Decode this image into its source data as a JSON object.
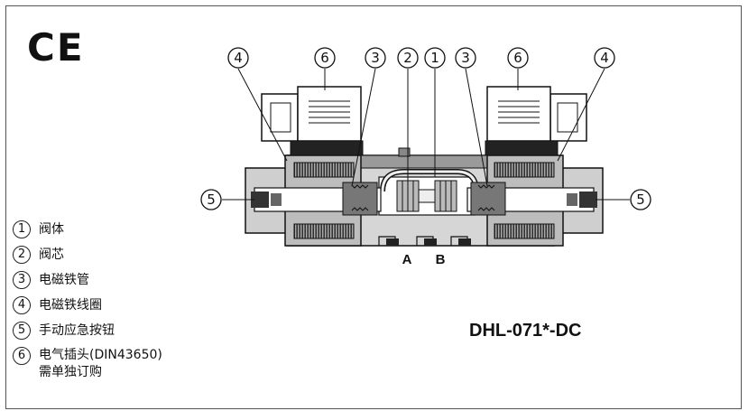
{
  "ce_mark": "CE",
  "model": "DHL-071*-DC",
  "ports": {
    "a": "A",
    "b": "B"
  },
  "legend": [
    {
      "num": "1",
      "text": "阀体"
    },
    {
      "num": "2",
      "text": "阀芯"
    },
    {
      "num": "3",
      "text": "电磁铁管"
    },
    {
      "num": "4",
      "text": "电磁铁线圈"
    },
    {
      "num": "5",
      "text": "手动应急按钮"
    },
    {
      "num": "6",
      "text": "电气插头(DIN43650)",
      "note": "需单独订购"
    }
  ],
  "callouts": {
    "left_4": "4",
    "left_6": "6",
    "left_3": "3",
    "center_2": "2",
    "center_1": "1",
    "right_3": "3",
    "right_6": "6",
    "right_4": "4",
    "left_5": "5",
    "right_5": "5"
  }
}
